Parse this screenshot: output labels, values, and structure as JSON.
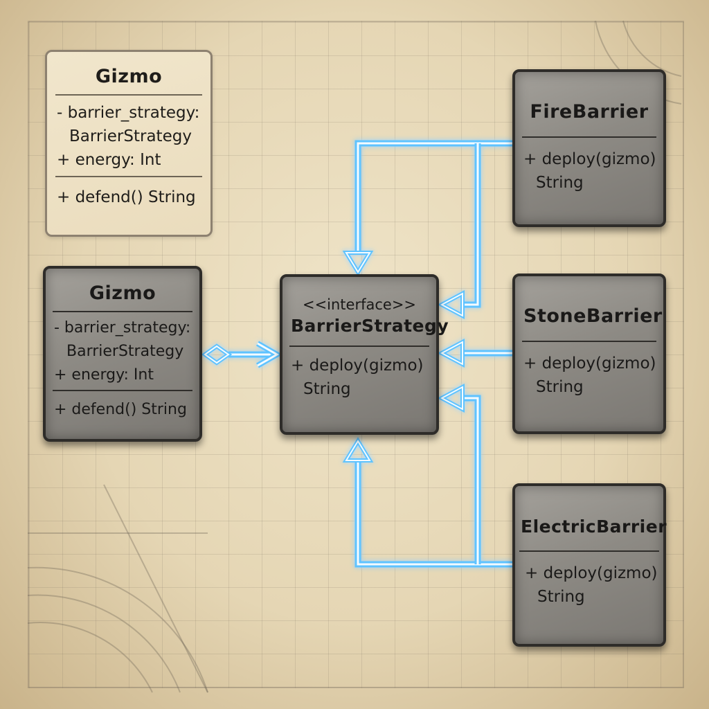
{
  "colors": {
    "paper": "#e8dcc0",
    "stone": "#8d8a84",
    "connector": "#2f8ef0",
    "connector_glow": "#5ec3ff"
  },
  "classes": {
    "gizmo_sketch": {
      "name": "Gizmo",
      "attributes": [
        "- barrier_strategy:",
        "BarrierStrategy",
        "+ energy: Int"
      ],
      "methods": [
        "+ defend() String"
      ]
    },
    "gizmo": {
      "name": "Gizmo",
      "attributes": [
        "- barrier_strategy:",
        "BarrierStrategy",
        "+ energy: Int"
      ],
      "methods": [
        "+ defend() String"
      ]
    },
    "barrier_strategy": {
      "stereotype": "<<interface>>",
      "name": "BarrierStrategy",
      "methods": [
        "+ deploy(gizmo)",
        "String"
      ]
    },
    "fire_barrier": {
      "name": "FireBarrier",
      "methods": [
        "+ deploy(gizmo)",
        "String"
      ]
    },
    "stone_barrier": {
      "name": "StoneBarrier",
      "methods": [
        "+ deploy(gizmo)",
        "String"
      ]
    },
    "electric_barrier": {
      "name": "ElectricBarrier",
      "methods": [
        "+ deploy(gizmo)",
        "String"
      ]
    }
  },
  "relationships": [
    {
      "from": "Gizmo",
      "to": "BarrierStrategy",
      "type": "aggregation"
    },
    {
      "from": "FireBarrier",
      "to": "BarrierStrategy",
      "type": "realization"
    },
    {
      "from": "StoneBarrier",
      "to": "BarrierStrategy",
      "type": "realization"
    },
    {
      "from": "ElectricBarrier",
      "to": "BarrierStrategy",
      "type": "realization"
    }
  ]
}
